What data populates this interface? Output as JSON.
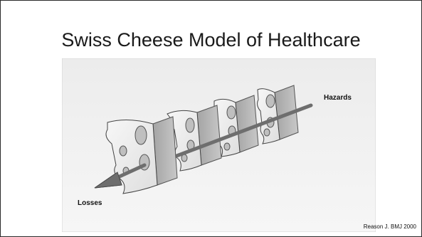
{
  "slide": {
    "title": "Swiss Cheese Model of Healthcare",
    "citation": "Reason J. BMJ 2000"
  },
  "figure": {
    "label_hazards": "Hazards",
    "label_losses": "Losses"
  }
}
